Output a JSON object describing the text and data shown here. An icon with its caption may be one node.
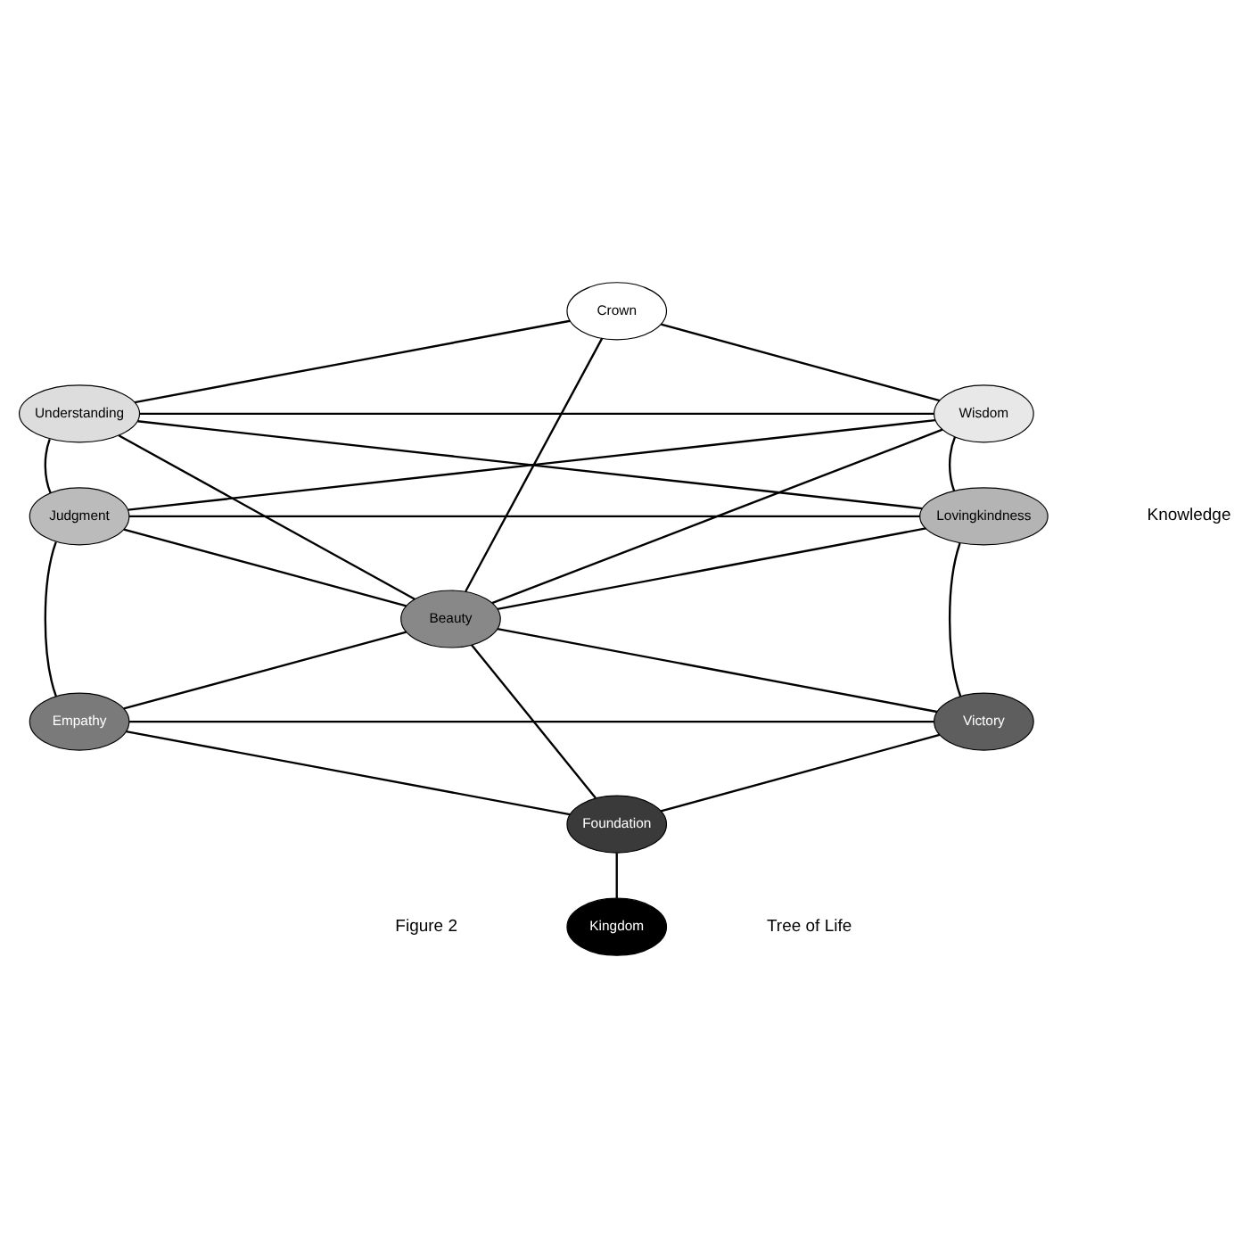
{
  "diagram": {
    "nodes": [
      {
        "text": [
          "Crown"
        ]
      },
      {
        "text": [
          "Understanding"
        ]
      },
      {
        "text": [
          "Wisdom"
        ]
      },
      {
        "text": [
          "Judgment"
        ]
      },
      {
        "text": [
          "Lovingkindness"
        ]
      },
      {
        "text": [
          "Beauty"
        ]
      },
      {
        "text": [
          "Empathy"
        ]
      },
      {
        "text": [
          "Victory"
        ]
      },
      {
        "text": [
          "Foundation"
        ]
      },
      {
        "text": [
          "Kingdom"
        ]
      }
    ],
    "edges": [
      {
        "from": 0,
        "to": 1,
        "arrow": "none"
      },
      {
        "from": 0,
        "to": 2,
        "arrow": "none"
      },
      {
        "from": 0,
        "to": 5,
        "arrow": "none"
      },
      {
        "from": 1,
        "to": 2,
        "arrow": "none"
      },
      {
        "from": 1,
        "to": 3,
        "arrow": "none"
      },
      {
        "from": 2,
        "to": 4,
        "arrow": "none"
      },
      {
        "from": 1,
        "to": 4,
        "arrow": "none"
      },
      {
        "from": 2,
        "to": 3,
        "arrow": "none"
      },
      {
        "from": 1,
        "to": 5,
        "arrow": "none"
      },
      {
        "from": 2,
        "to": 5,
        "arrow": "none"
      },
      {
        "from": 3,
        "to": 4,
        "arrow": "none"
      },
      {
        "from": 3,
        "to": 5,
        "arrow": "none"
      },
      {
        "from": 4,
        "to": 5,
        "arrow": "none"
      },
      {
        "from": 3,
        "to": 6,
        "arrow": "none"
      },
      {
        "from": 4,
        "to": 7,
        "arrow": "none"
      },
      {
        "from": 6,
        "to": 5,
        "arrow": "none"
      },
      {
        "from": 7,
        "to": 5,
        "arrow": "none"
      },
      {
        "from": 6,
        "to": 7,
        "arrow": "none"
      },
      {
        "from": 6,
        "to": 8,
        "arrow": "none"
      },
      {
        "from": 7,
        "to": 8,
        "arrow": "none"
      },
      {
        "from": 5,
        "to": 8,
        "arrow": "none"
      },
      {
        "from": 8,
        "to": 9,
        "arrow": "none"
      }
    ],
    "labels": [
      "Knowledge",
      "Figure 2",
      "Tree of Life"
    ]
  }
}
